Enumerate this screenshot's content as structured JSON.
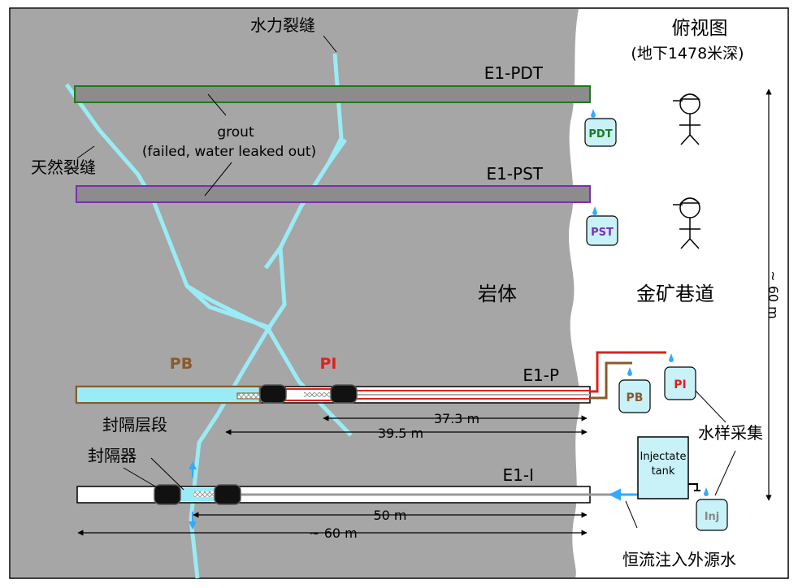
{
  "title": {
    "line1": "俯视图",
    "line2": "(地下1478米深)"
  },
  "regions": {
    "rock": "岩体",
    "drift": "金矿巷道"
  },
  "fractures": {
    "hydraulic": "水力裂缝",
    "natural": "天然裂缝"
  },
  "grout": {
    "line1": "grout",
    "line2": "(failed, water leaked out)"
  },
  "boreholes": {
    "pdt": "E1-PDT",
    "pst": "E1-PST",
    "p": "E1-P",
    "i": "E1-I"
  },
  "labels": {
    "pb": "PB",
    "pi": "PI",
    "interval": "封隔层段",
    "packer": "封隔器",
    "sampling": "水样采集",
    "injection": "恒流注入外源水",
    "tank_line1": "Injectate",
    "tank_line2": "tank"
  },
  "bottles": {
    "pdt": "PDT",
    "pst": "PST",
    "pb": "PB",
    "pi": "PI",
    "inj": "Inj"
  },
  "dimensions": {
    "d_373": "37.3 m",
    "d_395": "39.5 m",
    "d_50": "50 m",
    "d_60_horizontal": "~ 60 m",
    "d_60_vertical": "~ 60 m"
  },
  "colors": {
    "rock": "#a6a6a6",
    "fracture": "#99ecf5",
    "pdt": "#1f7a1f",
    "pst": "#7a2fb0",
    "pb": "#8a5a2b",
    "pi": "#e02020",
    "water": "#99ecf5"
  }
}
